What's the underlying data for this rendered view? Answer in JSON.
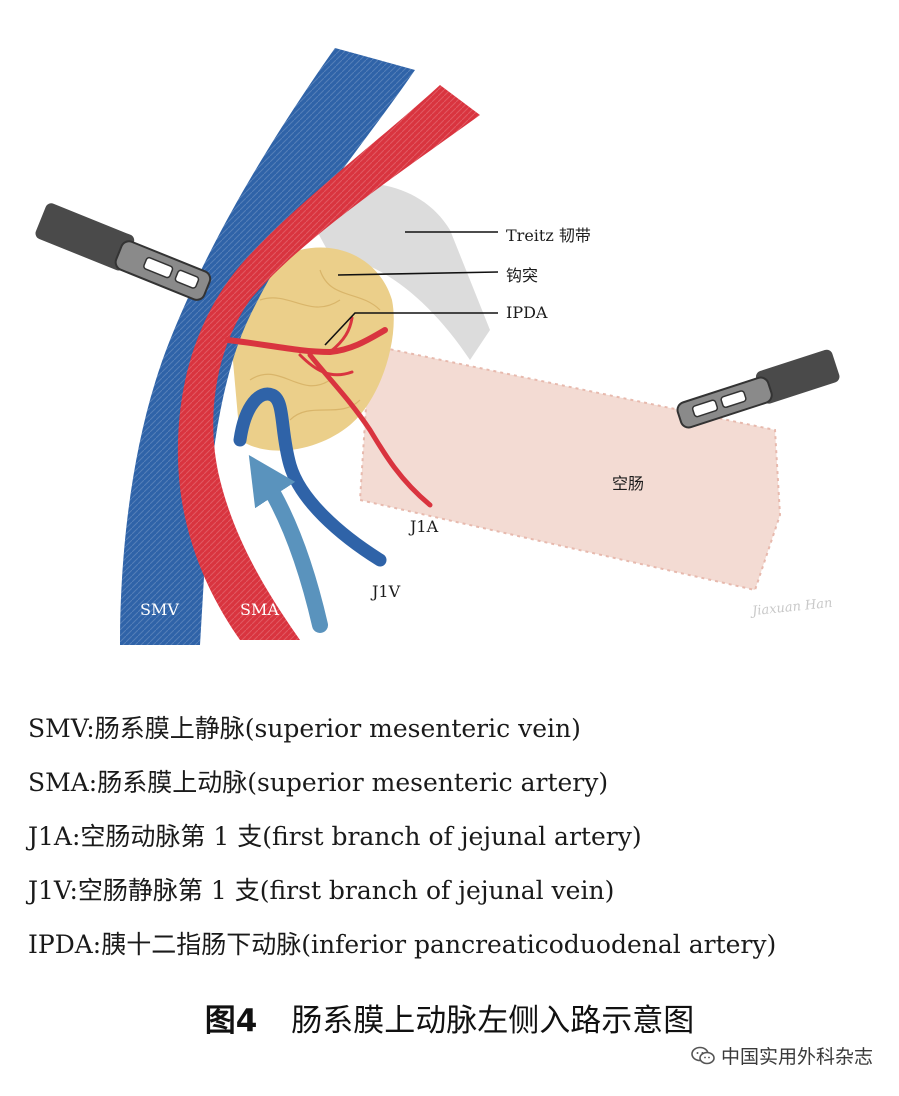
{
  "labels": {
    "treitz": "Treitz 韧带",
    "uncinate": "钩突",
    "ipda": "IPDA",
    "jejunum": "空肠",
    "j1a": "J1A",
    "j1v": "J1V",
    "smv": "SMV",
    "sma": "SMA"
  },
  "signature": "Jiaxuan Han",
  "legend": [
    {
      "abbr": "SMV",
      "zh": "肠系膜上静脉",
      "en": "superior mesenteric vein"
    },
    {
      "abbr": "SMA",
      "zh": "肠系膜上动脉",
      "en": "superior mesenteric artery"
    },
    {
      "abbr": "J1A",
      "zh": "空肠动脉第 1 支",
      "en": "first branch of jejunal artery"
    },
    {
      "abbr": "J1V",
      "zh": "空肠静脉第 1 支",
      "en": "first branch of jejunal vein"
    },
    {
      "abbr": "IPDA",
      "zh": "胰十二指肠下动脉",
      "en": "inferior pancreaticoduodenal artery"
    }
  ],
  "caption": {
    "number": "图4",
    "title": "肠系膜上动脉左侧入路示意图"
  },
  "watermark": {
    "icon": "wechat-icon",
    "text": "中国实用外科杂志"
  },
  "colors": {
    "vein": "#2f63a8",
    "artery": "#d9343f",
    "pancreas": "#ebcf8a",
    "jejunum": "#f1d5cb",
    "ligament": "#cfcfcf",
    "flow_arrow": "#5a93bd"
  }
}
